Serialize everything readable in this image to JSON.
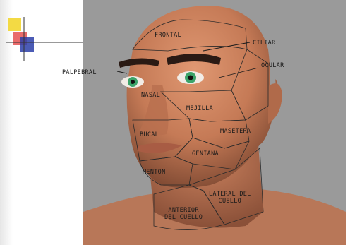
{
  "slide": {
    "background": "#ffffff",
    "deco_colors": {
      "yellow": "#f2d630",
      "red": "#e23a3a",
      "blue": "#2c3ea8"
    }
  },
  "figure": {
    "backdrop_color": "#9a9a9a",
    "skin_color": "#c9805d",
    "region_labels": {
      "frontal": "FRONTAL",
      "ciliar": "CILIAR",
      "ocular": "OCULAR",
      "palpebral": "PALPEBRAL",
      "nasal": "NASAL",
      "mejilla": "MEJILLA",
      "masetera": "MASETERA",
      "bucal": "BUCAL",
      "geniana": "GENIANA",
      "menton": "MENTON",
      "lateral_cuello_line1": "LATERAL DEL",
      "lateral_cuello_line2": "CUELLO",
      "anterior_cuello_line1": "ANTERIOR",
      "anterior_cuello_line2": "DEL CUELLO"
    }
  }
}
